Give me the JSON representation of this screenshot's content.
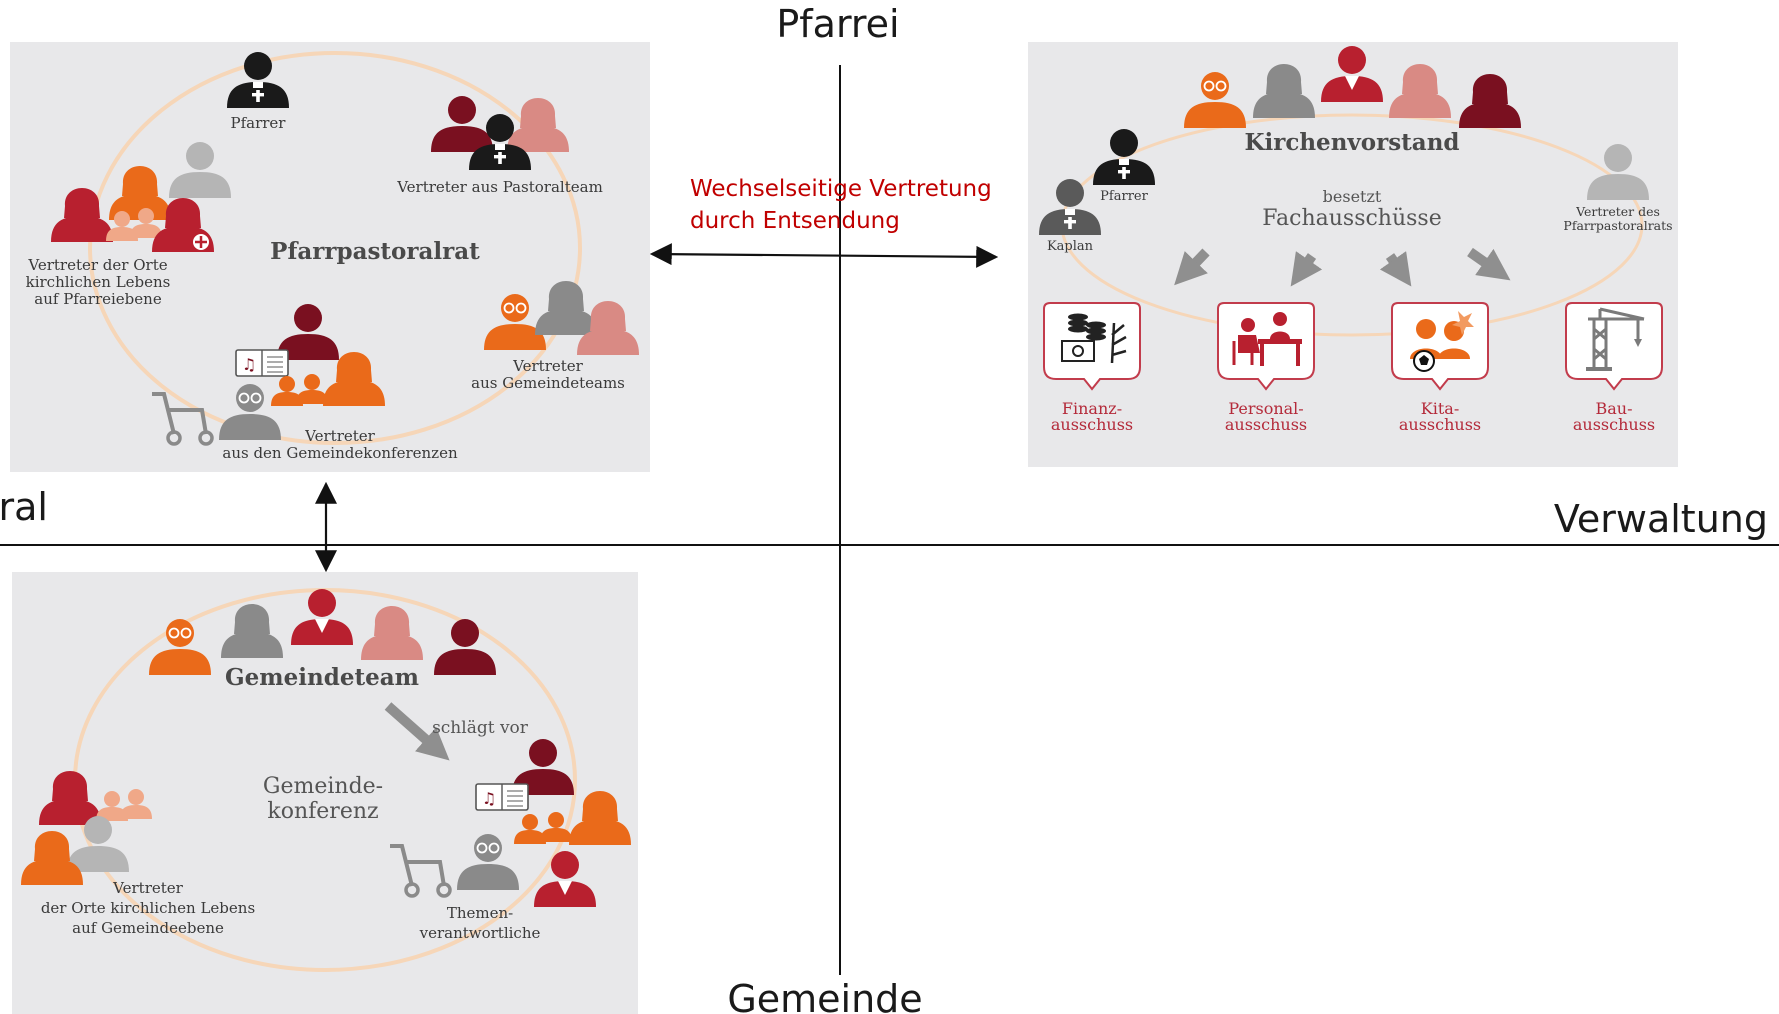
{
  "axes": {
    "top": "Pfarrei",
    "bottom": "Gemeinde",
    "left": "Pastoral",
    "right": "Verwaltung"
  },
  "exchange_note": {
    "line1": "Wechselseitige Vertretung",
    "line2": "durch Entsendung"
  },
  "pfarrpastoralrat": {
    "title": "Pfarrpastoralrat",
    "pfarrer": "Pfarrer",
    "pastoralteam": "Vertreter aus Pastoralteam",
    "orte_1": "Vertreter der Orte",
    "orte_2": "kirchlichen Lebens",
    "orte_3": "auf Pfarreiebene",
    "gemeindeteams_1": "Vertreter",
    "gemeindeteams_2": "aus Gemeindeteams",
    "konferenzen_1": "Vertreter",
    "konferenzen_2": "aus den Gemeindekonferenzen"
  },
  "kirchenvorstand": {
    "title": "Kirchenvorstand",
    "besetzt": "besetzt",
    "fachausschuesse": "Fachausschüsse",
    "pfarrer": "Pfarrer",
    "kaplan": "Kaplan",
    "vertreter_1": "Vertreter des",
    "vertreter_2": "Pfarrpastoralrats",
    "committees": [
      {
        "line1": "Finanz-",
        "line2": "ausschuss",
        "icon": "coins-icon"
      },
      {
        "line1": "Personal-",
        "line2": "ausschuss",
        "icon": "desk-meeting-icon"
      },
      {
        "line1": "Kita-",
        "line2": "ausschuss",
        "icon": "children-ball-icon"
      },
      {
        "line1": "Bau-",
        "line2": "ausschuss",
        "icon": "crane-icon"
      }
    ]
  },
  "gemeindeteam": {
    "title": "Gemeindeteam",
    "schlaegt_vor": "schlägt vor",
    "konferenz_1": "Gemeinde-",
    "konferenz_2": "konferenz",
    "orte_1": "Vertreter",
    "orte_2": "der Orte kirchlichen Lebens",
    "orte_3": "auf Gemeindeebene",
    "themen_1": "Themen-",
    "themen_2": "verantwortliche"
  },
  "colors": {
    "panel": "#e8e8ea",
    "ring": "#f6d6b8",
    "crimson": "#b8202f",
    "darkred": "#7a1020",
    "orange": "#ea6a1a",
    "rose": "#d98a84",
    "grey": "#8a8a8a",
    "lightgrey": "#b5b5b5",
    "black": "#1a1a1a",
    "note_red": "#c00000",
    "arrow_grey": "#8f8f8f"
  }
}
